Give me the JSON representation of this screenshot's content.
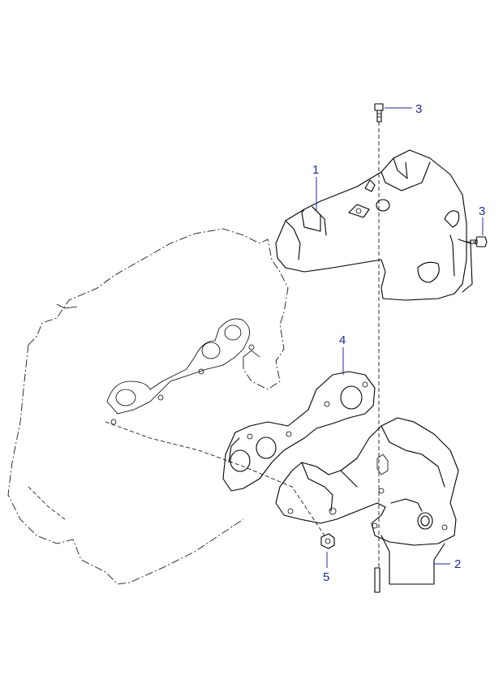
{
  "diagram": {
    "callouts": [
      {
        "id": "c1",
        "label": "1"
      },
      {
        "id": "c2",
        "label": "2"
      },
      {
        "id": "c3a",
        "label": "3"
      },
      {
        "id": "c3b",
        "label": "3"
      },
      {
        "id": "c4",
        "label": "4"
      },
      {
        "id": "c5",
        "label": "5"
      }
    ],
    "colors": {
      "callout": "#1f2a9e",
      "line": "#000000",
      "background": "#ffffff"
    }
  }
}
